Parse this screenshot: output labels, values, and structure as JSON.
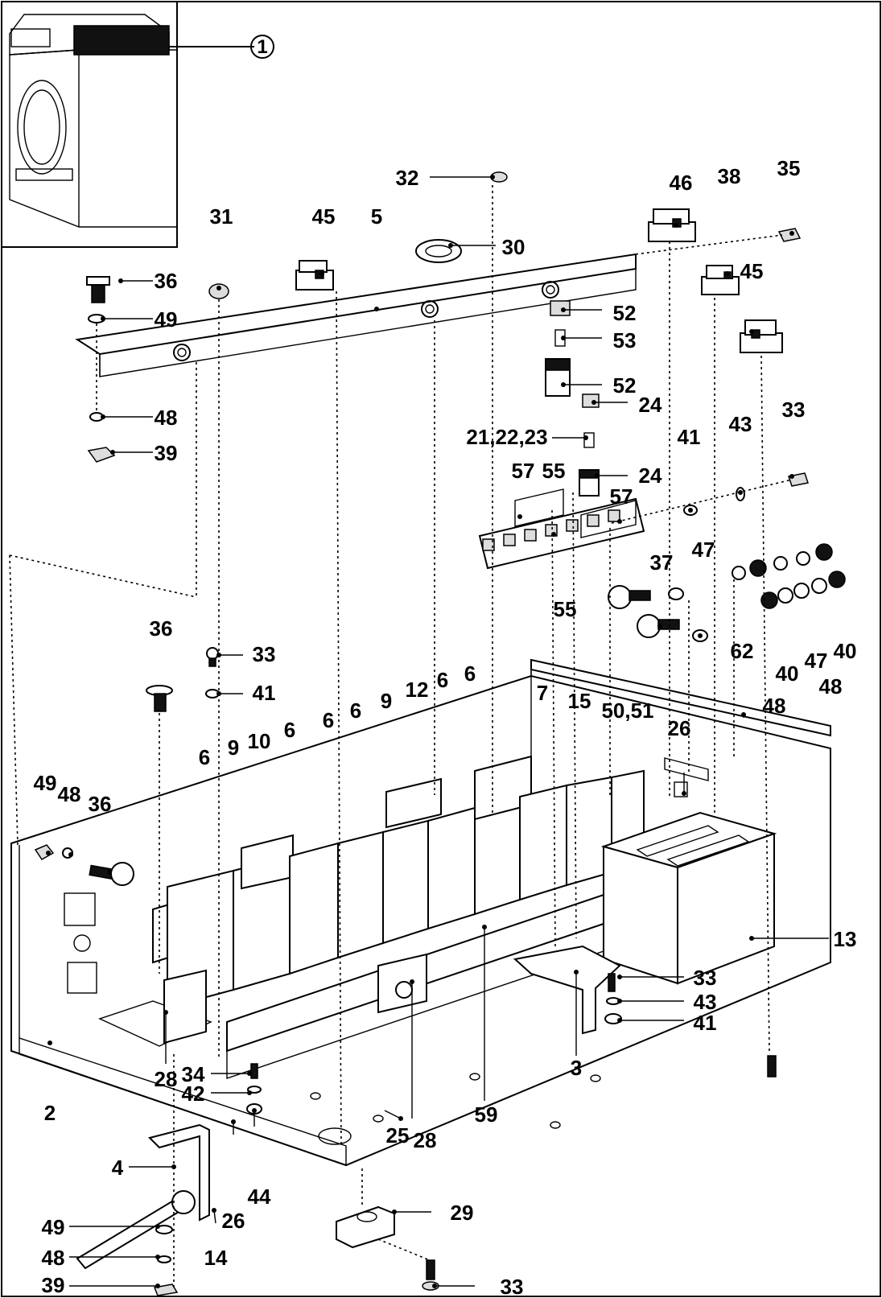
{
  "inset": {
    "callout": "1"
  },
  "labels": [
    {
      "id": "l32",
      "text": "32"
    },
    {
      "id": "l46",
      "text": "46"
    },
    {
      "id": "l38",
      "text": "38"
    },
    {
      "id": "l35",
      "text": "35"
    },
    {
      "id": "l31",
      "text": "31"
    },
    {
      "id": "l45a",
      "text": "45"
    },
    {
      "id": "l5",
      "text": "5"
    },
    {
      "id": "l30",
      "text": "30"
    },
    {
      "id": "l45b",
      "text": "45"
    },
    {
      "id": "l36a",
      "text": "36"
    },
    {
      "id": "l49a",
      "text": "49"
    },
    {
      "id": "l52a",
      "text": "52"
    },
    {
      "id": "l53",
      "text": "53"
    },
    {
      "id": "l52b",
      "text": "52"
    },
    {
      "id": "l24a",
      "text": "24"
    },
    {
      "id": "l48a",
      "text": "48"
    },
    {
      "id": "l39a",
      "text": "39"
    },
    {
      "id": "l212223",
      "text": "21,22,23"
    },
    {
      "id": "l33a",
      "text": "33"
    },
    {
      "id": "l41a",
      "text": "41"
    },
    {
      "id": "l43a",
      "text": "43"
    },
    {
      "id": "l24b",
      "text": "24"
    },
    {
      "id": "l57a",
      "text": "57"
    },
    {
      "id": "l55a",
      "text": "55"
    },
    {
      "id": "l57b",
      "text": "57"
    },
    {
      "id": "l37",
      "text": "37"
    },
    {
      "id": "l47a",
      "text": "47"
    },
    {
      "id": "l55b",
      "text": "55"
    },
    {
      "id": "l36b",
      "text": "36"
    },
    {
      "id": "l33b",
      "text": "33"
    },
    {
      "id": "l62",
      "text": "62"
    },
    {
      "id": "l40a",
      "text": "40"
    },
    {
      "id": "l47b",
      "text": "47"
    },
    {
      "id": "l40b",
      "text": "40"
    },
    {
      "id": "l48b",
      "text": "48"
    },
    {
      "id": "l48c",
      "text": "48"
    },
    {
      "id": "l41b",
      "text": "41"
    },
    {
      "id": "l12",
      "text": "12"
    },
    {
      "id": "l6a",
      "text": "6"
    },
    {
      "id": "l6b",
      "text": "6"
    },
    {
      "id": "l7",
      "text": "7"
    },
    {
      "id": "l15",
      "text": "15"
    },
    {
      "id": "l9a",
      "text": "9"
    },
    {
      "id": "l6c",
      "text": "6"
    },
    {
      "id": "l6d",
      "text": "6"
    },
    {
      "id": "l5051",
      "text": "50,51"
    },
    {
      "id": "l26a",
      "text": "26"
    },
    {
      "id": "l6e",
      "text": "6"
    },
    {
      "id": "l9b",
      "text": "9"
    },
    {
      "id": "l10",
      "text": "10"
    },
    {
      "id": "l6f",
      "text": "6"
    },
    {
      "id": "l49b",
      "text": "49"
    },
    {
      "id": "l48d",
      "text": "48"
    },
    {
      "id": "l36c",
      "text": "36"
    },
    {
      "id": "l13",
      "text": "13"
    },
    {
      "id": "l33c",
      "text": "33"
    },
    {
      "id": "l43b",
      "text": "43"
    },
    {
      "id": "l41c",
      "text": "41"
    },
    {
      "id": "l3",
      "text": "3"
    },
    {
      "id": "l28a",
      "text": "28"
    },
    {
      "id": "l34",
      "text": "34"
    },
    {
      "id": "l42",
      "text": "42"
    },
    {
      "id": "l59",
      "text": "59"
    },
    {
      "id": "l2",
      "text": "2"
    },
    {
      "id": "l25",
      "text": "25"
    },
    {
      "id": "l28b",
      "text": "28"
    },
    {
      "id": "l4",
      "text": "4"
    },
    {
      "id": "l26b",
      "text": "26"
    },
    {
      "id": "l44",
      "text": "44"
    },
    {
      "id": "l29",
      "text": "29"
    },
    {
      "id": "l49c",
      "text": "49"
    },
    {
      "id": "l48e",
      "text": "48"
    },
    {
      "id": "l14",
      "text": "14"
    },
    {
      "id": "l39b",
      "text": "39"
    },
    {
      "id": "l33d",
      "text": "33"
    }
  ]
}
